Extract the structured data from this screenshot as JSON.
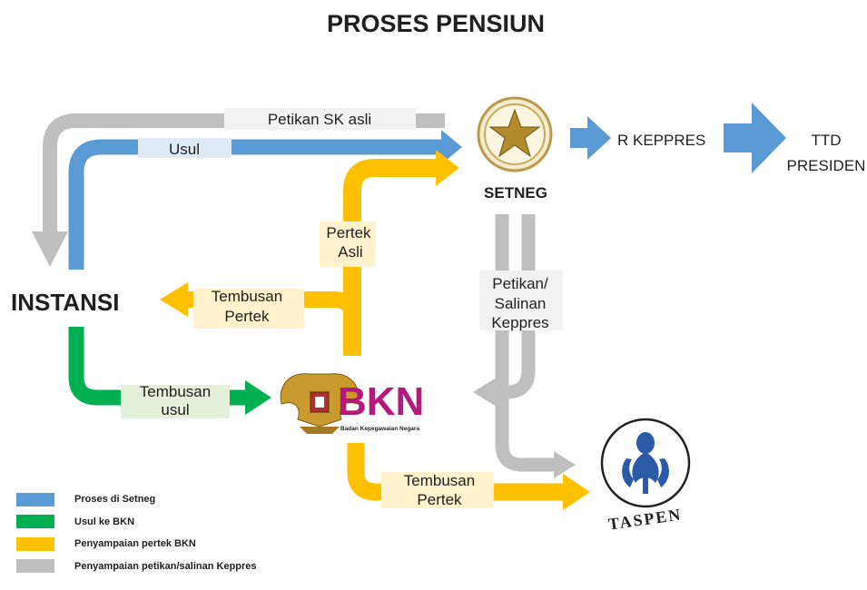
{
  "title": "PROSES PENSIUN",
  "colors": {
    "blue": "#5b9bd5",
    "green": "#00b050",
    "yellow": "#ffc000",
    "gray": "#bfbfbf",
    "bkn_purple": "#b5197c"
  },
  "nodes": {
    "instansi": "INSTANSI",
    "setneg": "SETNEG",
    "bkn": "BKN",
    "bkn_sub": "Badan Kepegawaian Negara",
    "taspen": "TASPEN",
    "r_keppres": "R KEPPRES",
    "ttd_presiden_line1": "TTD",
    "ttd_presiden_line2": "PRESIDEN"
  },
  "flow_labels": {
    "petikan_sk_asli": "Petikan SK asli",
    "usul": "Usul",
    "pertek_asli_line1": "Pertek",
    "pertek_asli_line2": "Asli",
    "tembusan_pertek_top_line1": "Tembusan",
    "tembusan_pertek_top_line2": "Pertek",
    "tembusan_usul_line1": "Tembusan",
    "tembusan_usul_line2": "usul",
    "petikan_salinan_line1": "Petikan/",
    "petikan_salinan_line2": "Salinan",
    "petikan_salinan_line3": "Keppres",
    "tembusan_pertek_bottom_line1": "Tembusan",
    "tembusan_pertek_bottom_line2": "Pertek"
  },
  "legend": [
    {
      "label": "Proses di Setneg",
      "color": "#5b9bd5"
    },
    {
      "label": "Usul ke BKN",
      "color": "#00b050"
    },
    {
      "label": "Penyampaian pertek BKN",
      "color": "#ffc000"
    },
    {
      "label": "Penyampaian petikan/salinan Keppres",
      "color": "#bfbfbf"
    }
  ]
}
